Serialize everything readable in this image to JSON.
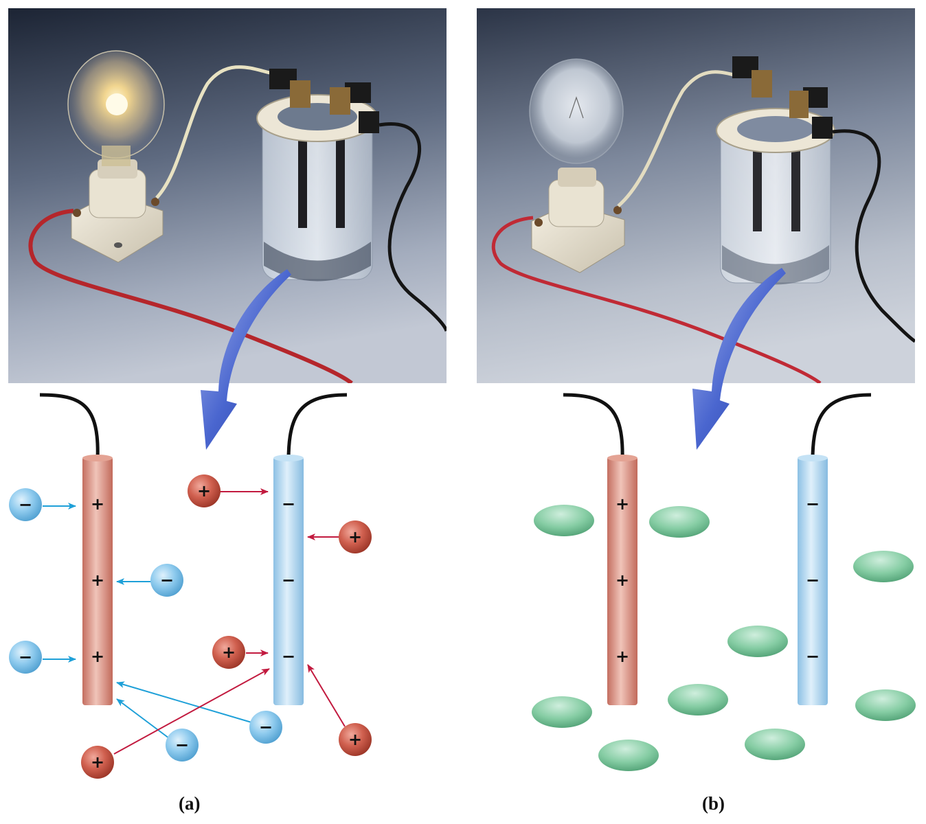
{
  "panels": [
    {
      "caption": "(a)",
      "photo": {
        "bulb_state": "lit",
        "description_icon": "conductivity-apparatus-photo"
      },
      "cathode_signs": [
        "+",
        "+",
        "+"
      ],
      "anode_signs": [
        "−",
        "−",
        "−"
      ],
      "ion_signs": {
        "anion": "−",
        "cation": "+"
      },
      "ion_colors": {
        "anion": "#7ec3ea",
        "cation": "#c6584a"
      }
    },
    {
      "caption": "(b)",
      "photo": {
        "bulb_state": "unlit",
        "description_icon": "conductivity-apparatus-photo"
      },
      "cathode_signs": [
        "+",
        "+",
        "+"
      ],
      "anode_signs": [
        "−",
        "−",
        "−"
      ],
      "molecule_color": "#7cc79a"
    }
  ],
  "colors": {
    "positive_electrode": "#d9897a",
    "negative_electrode": "#a9d4ef",
    "arrow_blue": "#1ea0d8",
    "arrow_red": "#c21a3f",
    "pointer_arrow": "#3d5bc4"
  }
}
